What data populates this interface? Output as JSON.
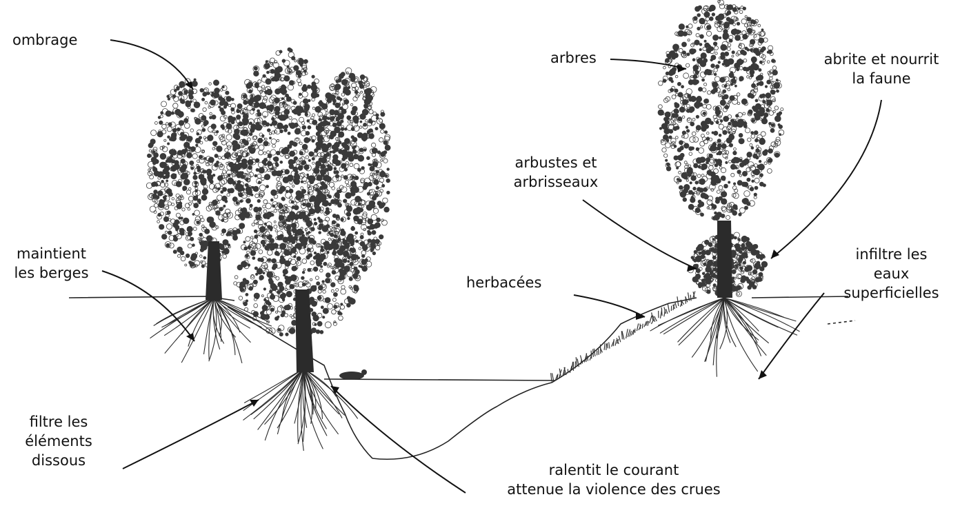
{
  "labels": {
    "ombrage": "ombrage",
    "maintient": [
      "maintient",
      "les berges"
    ],
    "filtre": [
      "filtre les",
      "éléments",
      "dissous"
    ],
    "ralentit": [
      "ralentit le courant",
      "attenue la violence des crues"
    ],
    "arbres": "arbres",
    "abrite": [
      "abrite et nourrit",
      "la faune"
    ],
    "arbustes": [
      "arbustes et",
      "arbrisseaux"
    ],
    "herbacees": "herbacées",
    "infiltre": [
      "infiltre les",
      "eaux",
      "superficielles"
    ]
  },
  "colors": {
    "ink": "#111111",
    "foliage": "#3a3a3a",
    "background": "#ffffff"
  }
}
